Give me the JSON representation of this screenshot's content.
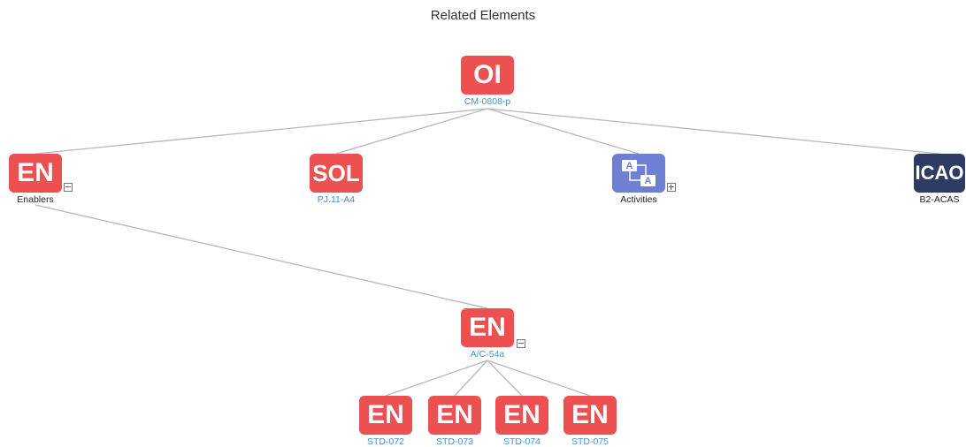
{
  "title": "Related Elements",
  "colors": {
    "red": "#ec5050",
    "navy": "#2e3b62",
    "purple": "#6e7fd4",
    "link": "#4a8fd6",
    "edge": "#b8b8b8"
  },
  "nodes": {
    "root": {
      "badge": "OI",
      "label": "CM-0808-p"
    },
    "enablers": {
      "badge": "EN",
      "label": "Enablers",
      "toggle": "collapse"
    },
    "solution": {
      "badge": "SOL",
      "label": "PJ.11-A4"
    },
    "activities": {
      "icon": "activities-icon",
      "icon_letter": "A",
      "label": "Activities",
      "toggle": "expand"
    },
    "icao": {
      "badge": "ICAO",
      "label": "B2-ACAS"
    },
    "enabler_ac54a": {
      "badge": "EN",
      "label": "A/C-54a",
      "toggle": "collapse"
    },
    "std072": {
      "badge": "EN",
      "label": "STD-072"
    },
    "std073": {
      "badge": "EN",
      "label": "STD-073"
    },
    "std074": {
      "badge": "EN",
      "label": "STD-074"
    },
    "std075": {
      "badge": "EN",
      "label": "STD-075"
    }
  }
}
